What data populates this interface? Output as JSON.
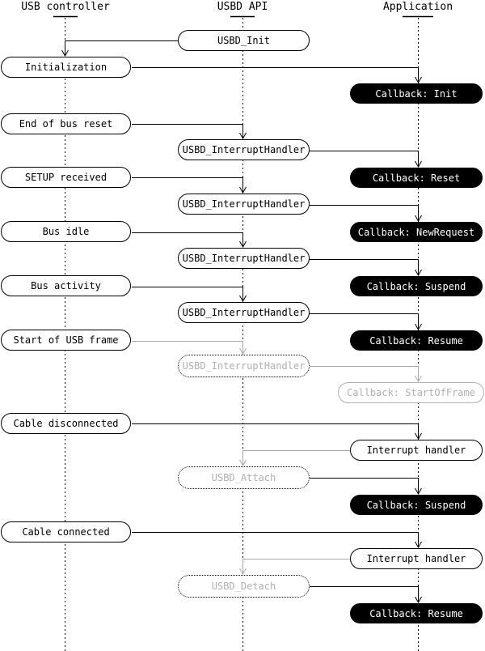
{
  "columns": [
    {
      "id": "usb-controller",
      "label": "USB controller"
    },
    {
      "id": "usbd-api",
      "label": "USBD API"
    },
    {
      "id": "application",
      "label": "Application"
    }
  ],
  "nodes": [
    {
      "label": "USBD_Init",
      "column": "usbd-api",
      "variant": "white"
    },
    {
      "label": "Initialization",
      "column": "usb-controller",
      "variant": "white"
    },
    {
      "label": "Callback: Init",
      "column": "application",
      "variant": "black"
    },
    {
      "label": "End of bus reset",
      "column": "usb-controller",
      "variant": "white"
    },
    {
      "label": "USBD_InterruptHandler",
      "column": "usbd-api",
      "variant": "white"
    },
    {
      "label": "SETUP received",
      "column": "usb-controller",
      "variant": "white"
    },
    {
      "label": "Callback: Reset",
      "column": "application",
      "variant": "black"
    },
    {
      "label": "USBD_InterruptHandler",
      "column": "usbd-api",
      "variant": "white"
    },
    {
      "label": "Bus idle",
      "column": "usb-controller",
      "variant": "white"
    },
    {
      "label": "Callback: NewRequest",
      "column": "application",
      "variant": "black"
    },
    {
      "label": "USBD_InterruptHandler",
      "column": "usbd-api",
      "variant": "white"
    },
    {
      "label": "Bus activity",
      "column": "usb-controller",
      "variant": "white"
    },
    {
      "label": "Callback: Suspend",
      "column": "application",
      "variant": "black"
    },
    {
      "label": "USBD_InterruptHandler",
      "column": "usbd-api",
      "variant": "white"
    },
    {
      "label": "Start of USB frame",
      "column": "usb-controller",
      "variant": "white"
    },
    {
      "label": "Callback: Resume",
      "column": "application",
      "variant": "black"
    },
    {
      "label": "USBD_InterruptHandler",
      "column": "usbd-api",
      "variant": "dotted-inactive"
    },
    {
      "label": "Callback: StartOfFrame",
      "column": "application",
      "variant": "inactive"
    },
    {
      "label": "Cable disconnected",
      "column": "usb-controller",
      "variant": "white"
    },
    {
      "label": "Interrupt handler",
      "column": "application",
      "variant": "white"
    },
    {
      "label": "USBD_Attach",
      "column": "usbd-api",
      "variant": "dotted-inactive"
    },
    {
      "label": "Callback: Suspend",
      "column": "application",
      "variant": "black"
    },
    {
      "label": "Cable connected",
      "column": "usb-controller",
      "variant": "white"
    },
    {
      "label": "Interrupt handler",
      "column": "application",
      "variant": "white"
    },
    {
      "label": "USBD_Detach",
      "column": "usbd-api",
      "variant": "dotted-inactive"
    },
    {
      "label": "Callback: Resume",
      "column": "application",
      "variant": "black"
    }
  ],
  "colors": {
    "active_line": "#000000",
    "inactive_line": "#aaaaaa",
    "inactive_text": "#b0b0b0",
    "callback_fill": "#000000",
    "callback_text": "#ffffff",
    "background": "#ffffff"
  }
}
